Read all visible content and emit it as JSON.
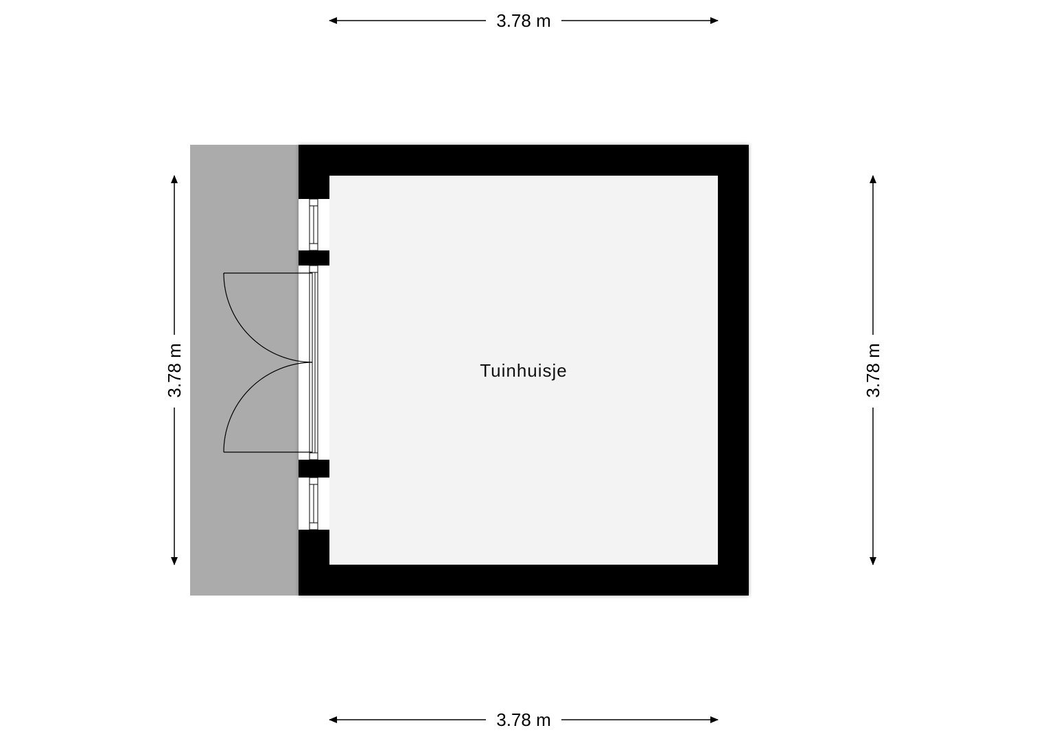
{
  "dimensions": {
    "top_width": "3.78 m",
    "bottom_width": "3.78 m",
    "left_height": "3.78 m",
    "right_height": "3.78 m"
  },
  "room": {
    "name": "Tuinhuisje"
  },
  "colors": {
    "wall": "#000000",
    "floor": "#f3f3f3",
    "terrace": "#ababab",
    "line": "#000000",
    "background": "#ffffff"
  }
}
